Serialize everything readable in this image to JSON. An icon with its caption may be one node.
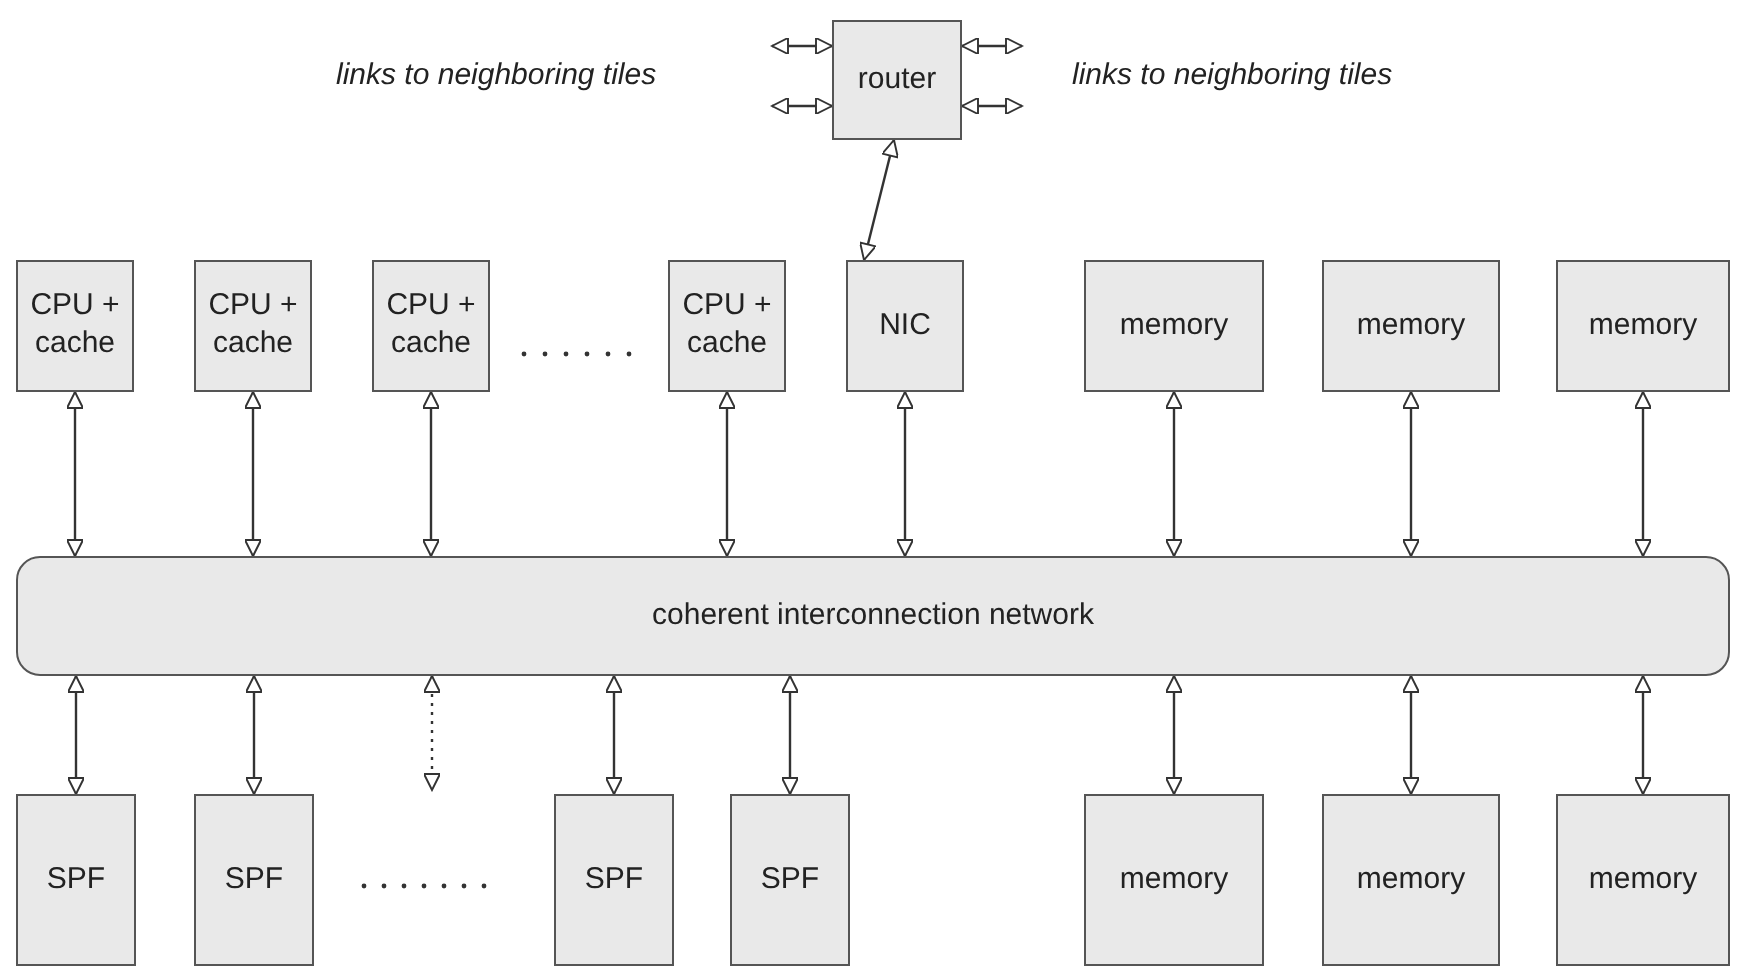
{
  "diagram": {
    "nodes": [
      {
        "text": [
          "router"
        ]
      },
      {
        "text": [
          "CPU + cache"
        ]
      },
      {
        "text": [
          "CPU + cache"
        ]
      },
      {
        "text": [
          "CPU + cache"
        ]
      },
      {
        "text": [
          "CPU + cache"
        ]
      },
      {
        "text": [
          "NIC"
        ]
      },
      {
        "text": [
          "memory"
        ]
      },
      {
        "text": [
          "memory"
        ]
      },
      {
        "text": [
          "memory"
        ]
      },
      {
        "text": [
          "coherent interconnection network"
        ]
      },
      {
        "text": [
          "SPF"
        ]
      },
      {
        "text": [
          "SPF"
        ]
      },
      {
        "text": [
          "SPF"
        ]
      },
      {
        "text": [
          "SPF"
        ]
      },
      {
        "text": [
          "memory"
        ]
      },
      {
        "text": [
          "memory"
        ]
      },
      {
        "text": [
          "memory"
        ]
      }
    ],
    "edges": [
      {
        "from": null,
        "to": 0,
        "arrow": "both"
      },
      {
        "from": null,
        "to": 0,
        "arrow": "both"
      },
      {
        "from": 0,
        "to": null,
        "arrow": "both"
      },
      {
        "from": 0,
        "to": null,
        "arrow": "both"
      },
      {
        "from": 0,
        "to": 5,
        "arrow": "both"
      },
      {
        "from": 1,
        "to": 9,
        "arrow": "both"
      },
      {
        "from": 2,
        "to": 9,
        "arrow": "both"
      },
      {
        "from": 3,
        "to": 9,
        "arrow": "both"
      },
      {
        "from": 4,
        "to": 9,
        "arrow": "both"
      },
      {
        "from": 5,
        "to": 9,
        "arrow": "both"
      },
      {
        "from": 6,
        "to": 9,
        "arrow": "both"
      },
      {
        "from": 7,
        "to": 9,
        "arrow": "both"
      },
      {
        "from": 8,
        "to": 9,
        "arrow": "both"
      },
      {
        "from": 9,
        "to": 10,
        "arrow": "both"
      },
      {
        "from": 9,
        "to": 11,
        "arrow": "both"
      },
      {
        "from": 9,
        "to": null,
        "arrow": "both",
        "style": "dashed"
      },
      {
        "from": 9,
        "to": 12,
        "arrow": "both"
      },
      {
        "from": 9,
        "to": 13,
        "arrow": "both"
      },
      {
        "from": 9,
        "to": 14,
        "arrow": "both"
      },
      {
        "from": 9,
        "to": 15,
        "arrow": "both"
      },
      {
        "from": 9,
        "to": 16,
        "arrow": "both"
      }
    ],
    "labels": [
      "links to neighboring tiles",
      "links to neighboring tiles"
    ]
  }
}
